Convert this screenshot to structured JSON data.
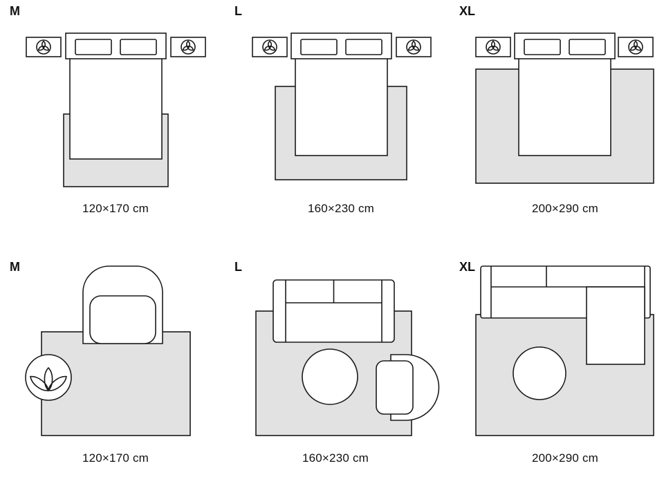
{
  "colors": {
    "rug": "#e2e2e2",
    "line": "#1a1a1a",
    "text": "#111111"
  },
  "bedroom_row": {
    "panels": [
      {
        "label": "M",
        "size": "120×170 cm"
      },
      {
        "label": "L",
        "size": "160×230 cm"
      },
      {
        "label": "XL",
        "size": "200×290 cm"
      }
    ]
  },
  "livingroom_row": {
    "panels": [
      {
        "label": "M",
        "size": "120×170 cm"
      },
      {
        "label": "L",
        "size": "160×230 cm"
      },
      {
        "label": "XL",
        "size": "200×290 cm"
      }
    ]
  }
}
